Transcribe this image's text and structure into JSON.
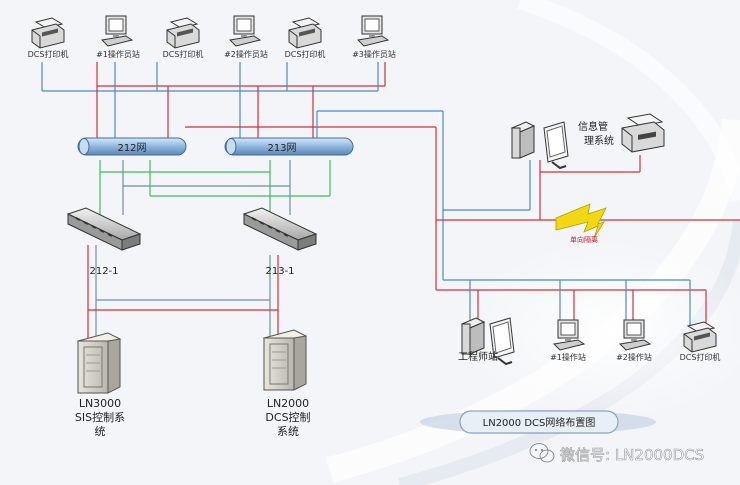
{
  "top_devices": [
    {
      "label": "DCS打印机",
      "icon": "printer-icon"
    },
    {
      "label": "#1操作员站",
      "icon": "workstation-icon"
    },
    {
      "label": "DCS打印机",
      "icon": "printer-icon"
    },
    {
      "label": "#2操作员站",
      "icon": "workstation-icon"
    },
    {
      "label": "DCS打印机",
      "icon": "printer-icon"
    },
    {
      "label": "#3操作员站",
      "icon": "workstation-icon"
    }
  ],
  "networks": {
    "net212": "212网",
    "net213": "213网"
  },
  "switches": {
    "sw1": "212-1",
    "sw2": "213-1"
  },
  "systems": {
    "sis": [
      "LN3000",
      "SIS控制系",
      "统"
    ],
    "dcs": [
      "LN2000",
      "DCS控制",
      "系统"
    ]
  },
  "info_mgmt": [
    "信息管",
    "理系统"
  ],
  "one_way_isolation": "单向隔离",
  "bottom_devices": [
    {
      "label": "工程师站",
      "icon": "engineer-station-icon"
    },
    {
      "label": "#1操作站",
      "icon": "workstation-icon"
    },
    {
      "label": "#2操作站",
      "icon": "workstation-icon"
    },
    {
      "label": "DCS打印机",
      "icon": "printer-icon"
    }
  ],
  "diagram_title": "LN2000 DCS网络布置图",
  "watermark": "微信号: LN2000DCS",
  "colors": {
    "red_line": "#d4303a",
    "blue_line": "#4a8cc8",
    "green_line": "#3fbf5f",
    "gray_line": "#6f8ea8",
    "bus_fill": "#8fb6de",
    "bolt": "#f2d813"
  }
}
